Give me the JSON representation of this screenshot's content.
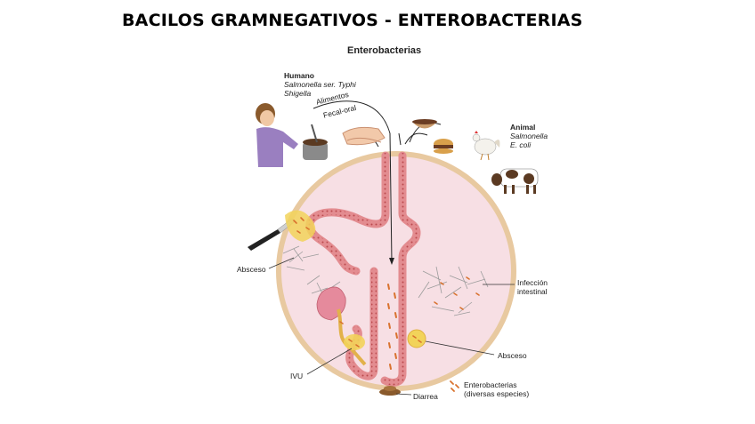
{
  "slide": {
    "title": "BACILOS GRAMNEGATIVOS - ENTEROBACTERIAS"
  },
  "figure": {
    "title": "Enterobacterias",
    "sources": {
      "human": {
        "heading": "Humano",
        "organisms": [
          "Salmonella ser. Typhi",
          "Shigella"
        ]
      },
      "animal": {
        "heading": "Animal",
        "organisms": [
          "Salmonella",
          "E. coli"
        ]
      }
    },
    "routes": [
      "Alimentos",
      "Fecal-oral"
    ],
    "labels": {
      "abscess_left": "Absceso",
      "intestinal_infection": [
        "Infección",
        "intestinal"
      ],
      "abscess_right": "Absceso",
      "uti": "IVU",
      "diarrhea": "Diarrea"
    },
    "legend": {
      "label": [
        "Enterobacterias",
        "(diversas especies)"
      ]
    },
    "colors": {
      "body_fill": "#f7dfe4",
      "body_rim": "#e8c9a0",
      "gut": "#e38c90",
      "gut_dots": "#b94a4e",
      "bacteria": "#d9722e",
      "abscess": "#f2d35a",
      "kidney": "#e58a9c"
    }
  }
}
